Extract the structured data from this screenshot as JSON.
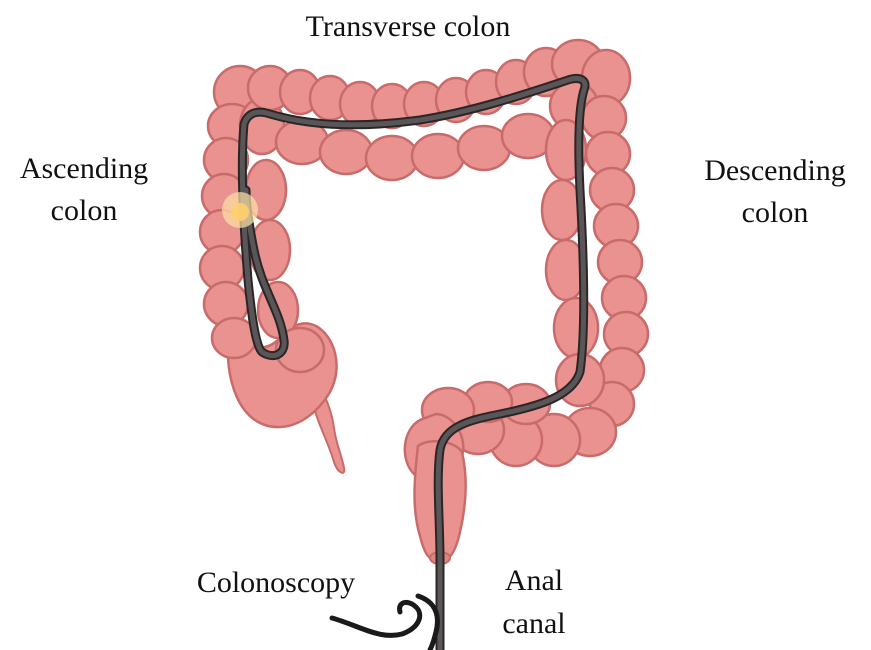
{
  "labels": {
    "transverse": "Transverse colon",
    "ascending_line1": "Ascending",
    "ascending_line2": "colon",
    "descending_line1": "Descending",
    "descending_line2": "colon",
    "colonoscopy": "Colonoscopy",
    "anal_line1": "Anal",
    "anal_line2": "canal"
  },
  "colors": {
    "colon_fill": "#e9928f",
    "colon_outline": "#c96b6b",
    "colon_highlight": "#f4b2ae",
    "scope": "#4a4647",
    "scope_outline": "#2a2627",
    "light": "#ffe3a6"
  }
}
